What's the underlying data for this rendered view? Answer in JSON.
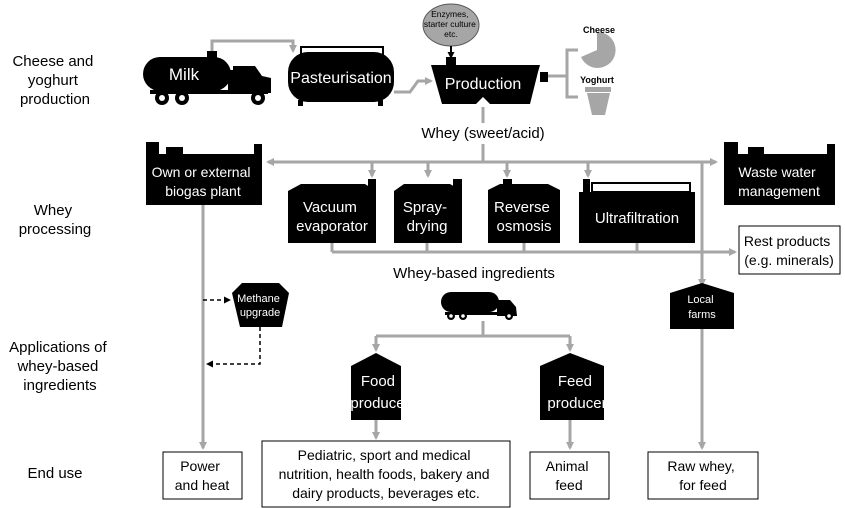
{
  "stages": {
    "cheese_yoghurt": [
      "Cheese and",
      "yoghurt",
      "production"
    ],
    "whey_processing": [
      "Whey",
      "processing"
    ],
    "applications": [
      "Applications of",
      "whey-based",
      "ingredients"
    ],
    "end_use": "End use"
  },
  "production": {
    "milk": "Milk",
    "pasteurisation": "Pasteurisation",
    "production": "Production",
    "inputs": [
      "Enzymes,",
      "starter culture",
      "etc."
    ],
    "cheese": "Cheese",
    "yoghurt": "Yoghurt"
  },
  "whey": "Whey (sweet/acid)",
  "processing": {
    "biogas": [
      "Own or external",
      "biogas plant"
    ],
    "vacuum": [
      "Vacuum",
      "evaporator"
    ],
    "spray": [
      "Spray-",
      "drying"
    ],
    "reverse": [
      "Reverse",
      "osmosis"
    ],
    "ultra": "Ultrafiltration",
    "waste": [
      "Waste water",
      "management"
    ]
  },
  "rest_products": [
    "Rest products",
    "(e.g. minerals)"
  ],
  "ingredients": "Whey-based ingredients",
  "applications": {
    "methane": [
      "Methane",
      "upgrade"
    ],
    "local": [
      "Local",
      "farms"
    ],
    "food": [
      "Food",
      "producer"
    ],
    "feed": [
      "Feed",
      "producer"
    ]
  },
  "end_use": {
    "power": [
      "Power",
      "and heat"
    ],
    "food_products": [
      "Pediatric, sport and medical",
      "nutrition, health foods, bakery and",
      "dairy products, beverages etc."
    ],
    "animal_feed": [
      "Animal",
      "feed"
    ],
    "raw_whey": [
      "Raw whey,",
      "for feed"
    ]
  }
}
